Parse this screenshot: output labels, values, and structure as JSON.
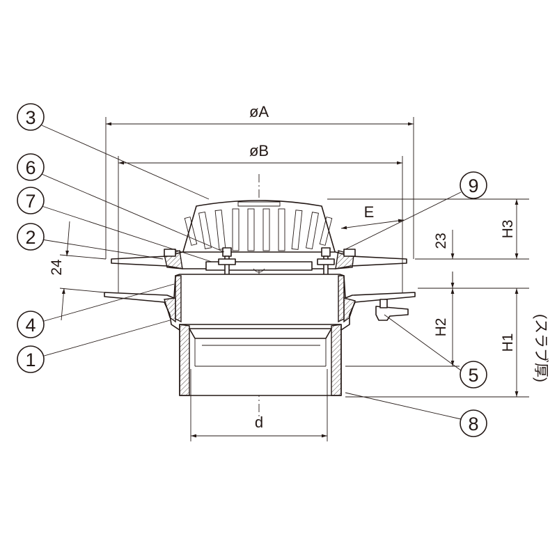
{
  "callouts": [
    {
      "id": "3",
      "label": "3"
    },
    {
      "id": "6",
      "label": "6"
    },
    {
      "id": "7",
      "label": "7"
    },
    {
      "id": "2",
      "label": "2"
    },
    {
      "id": "4",
      "label": "4"
    },
    {
      "id": "1",
      "label": "1"
    },
    {
      "id": "9",
      "label": "9"
    },
    {
      "id": "5",
      "label": "5"
    },
    {
      "id": "8",
      "label": "8"
    }
  ],
  "dimensions": {
    "phiA": "øA",
    "phiB": "øB",
    "E": "E",
    "d": "d",
    "H1": "H1",
    "H2": "H2",
    "H3": "H3",
    "d23": "23",
    "d24": "24",
    "slab": "(スラブ厚)"
  }
}
